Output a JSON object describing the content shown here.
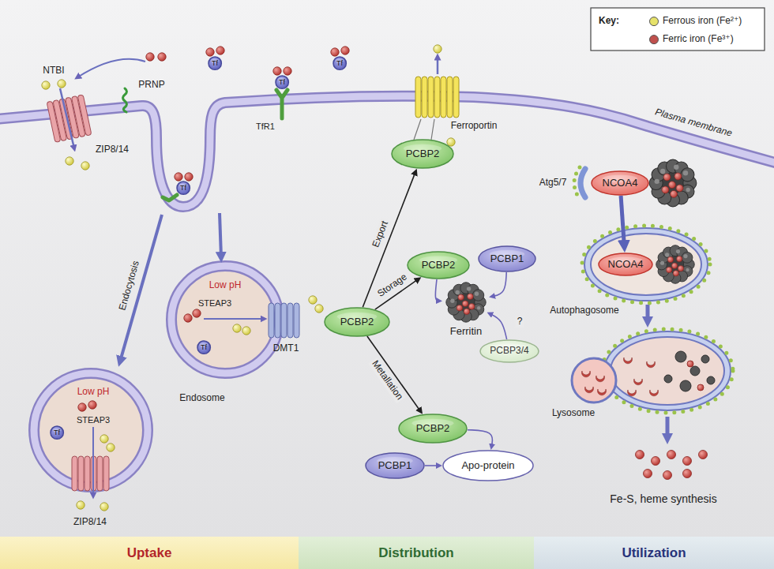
{
  "diagram": {
    "nodes": [
      {
        "text": [
          "Tf"
        ]
      },
      {
        "text": [
          "Tf"
        ]
      },
      {
        "text": [
          "Tf"
        ]
      },
      {
        "text": [
          "PCBP2"
        ]
      },
      {
        "text": [
          "NCOA4"
        ]
      },
      {
        "text": [
          "Tf"
        ]
      },
      {
        "text": [
          "PCBP2"
        ]
      },
      {
        "text": [
          "PCBP1"
        ]
      },
      {
        "text": [
          "NCOA4"
        ]
      },
      {
        "text": [
          "Ferritin"
        ]
      },
      {
        "text": [
          "PCBP2"
        ]
      },
      {
        "text": [
          "PCBP3/4"
        ]
      },
      {
        "text": [
          "Tf"
        ]
      },
      {
        "text": [
          "PCBP2"
        ]
      },
      {
        "text": [
          "Tf"
        ]
      },
      {
        "text": [
          "PCBP1"
        ]
      },
      {
        "text": [
          "Apo-protein"
        ]
      },
      {
        "text": [
          "Uptake"
        ]
      },
      {
        "text": [
          "Distribution"
        ]
      },
      {
        "text": [
          "Utilization"
        ]
      }
    ],
    "edges": [
      {
        "from": 10,
        "to": 3,
        "label": "Export",
        "arrow": "to"
      },
      {
        "from": 10,
        "to": 6,
        "label": "Storage",
        "arrow": "to"
      },
      {
        "from": 10,
        "to": 13,
        "label": "Metallation",
        "arrow": "to"
      },
      {
        "from": 6,
        "to": 9,
        "arrow": "to"
      },
      {
        "from": 7,
        "to": 9,
        "arrow": "to"
      },
      {
        "from": 11,
        "to": 9,
        "label": "?",
        "arrow": "to"
      },
      {
        "from": 13,
        "to": 16,
        "arrow": "to"
      },
      {
        "from": 15,
        "to": 16,
        "arrow": "to"
      },
      {
        "from": 4,
        "to": 8,
        "arrow": "to"
      }
    ],
    "labels": [
      "NTBI",
      "PRNP",
      "TfR1",
      "ZIP8/14",
      "Ferroportin",
      "Plasma membrane",
      "Key:",
      "Atg5/7",
      "Endocytosis",
      "Low pH",
      "STEAP3",
      "DMT1",
      "Autophagosome",
      "Low pH",
      "STEAP3",
      "Endosome",
      "Lysosome",
      "ZIP8/14",
      "Fe-S, heme synthesis"
    ],
    "legend": [
      {
        "text": "Ferrous iron (Fe²⁺)",
        "color": "#e6e26a"
      },
      {
        "text": "Ferric iron (Fe³⁺)",
        "color": "#c0504d"
      }
    ]
  }
}
